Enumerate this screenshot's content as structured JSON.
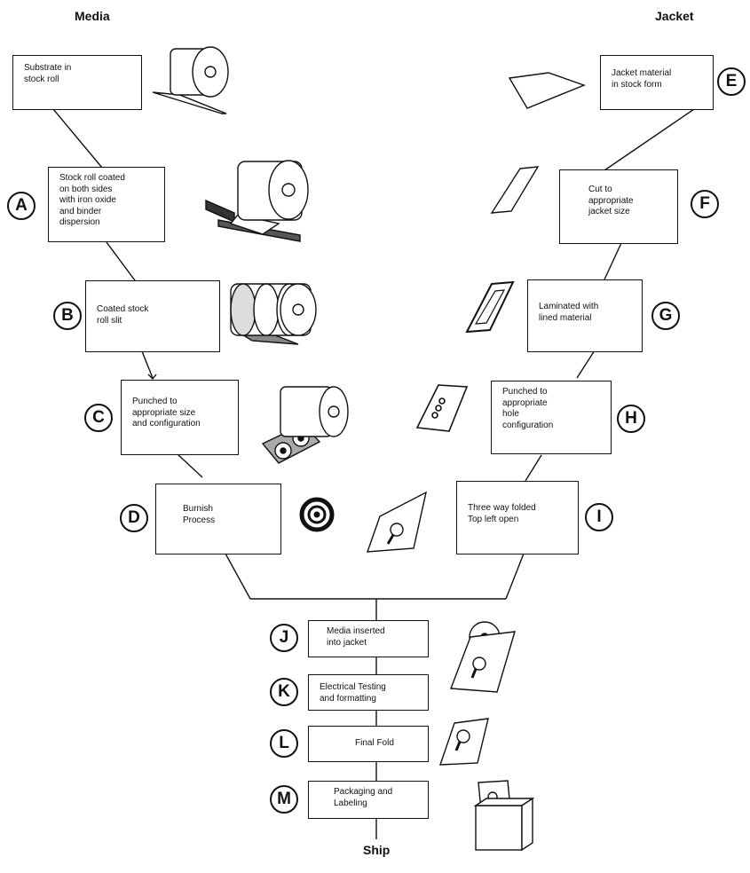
{
  "headers": {
    "media": "Media",
    "jacket": "Jacket"
  },
  "media_steps": [
    {
      "letter": "",
      "lines": [
        "Substrate in",
        "stock roll"
      ]
    },
    {
      "letter": "A",
      "lines": [
        "Stock roll coated",
        "on both sides",
        "with iron oxide",
        "and binder",
        "dispersion"
      ]
    },
    {
      "letter": "B",
      "lines": [
        "Coated stock",
        "roll slit"
      ]
    },
    {
      "letter": "C",
      "lines": [
        "Punched to",
        "appropriate size",
        "and configuration"
      ]
    },
    {
      "letter": "D",
      "lines": [
        "Burnish",
        "Process"
      ]
    }
  ],
  "jacket_steps": [
    {
      "letter": "E",
      "lines": [
        "Jacket material",
        "in stock form"
      ]
    },
    {
      "letter": "F",
      "lines": [
        "Cut to",
        "appropriate",
        "jacket size"
      ]
    },
    {
      "letter": "G",
      "lines": [
        "Laminated with",
        "lined material"
      ]
    },
    {
      "letter": "H",
      "lines": [
        "Punched to",
        "appropriate",
        "hole",
        "configuration"
      ]
    },
    {
      "letter": "I",
      "lines": [
        "Three way folded",
        "Top left open"
      ]
    }
  ],
  "assembly_steps": [
    {
      "letter": "J",
      "lines": [
        "Media inserted",
        "into jacket"
      ]
    },
    {
      "letter": "K",
      "lines": [
        "Electrical Testing",
        "and formatting"
      ]
    },
    {
      "letter": "L",
      "lines": [
        "Final Fold"
      ]
    },
    {
      "letter": "M",
      "lines": [
        "Packaging and",
        "Labeling"
      ]
    }
  ],
  "final": "Ship",
  "illustrations": [
    "stock-roll-icon",
    "coating-roll-icon",
    "slit-roll-icon",
    "punched-roll-icon",
    "burnished-disk-icon",
    "jacket-sheet-icon",
    "cut-jacket-icon",
    "laminated-jacket-icon",
    "punched-jacket-icon",
    "folded-jacket-icon",
    "inserted-media-icon",
    "final-fold-icon",
    "packaging-box-icon"
  ]
}
